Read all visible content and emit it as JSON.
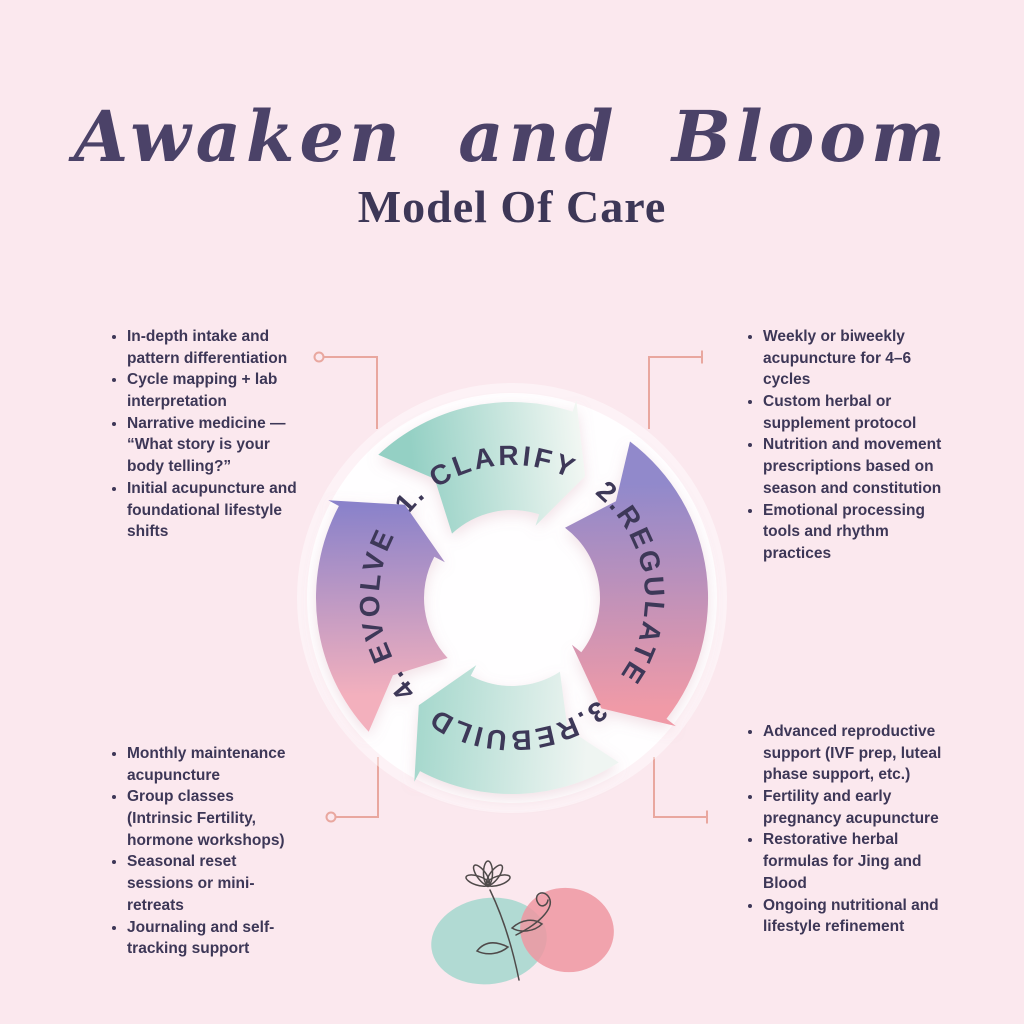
{
  "colors": {
    "background": "#fbe8ee",
    "ink": "#3d3757",
    "accent_line": "#e9a79f",
    "arc_label": "#3e3859"
  },
  "title": {
    "script": "Awaken and Bloom",
    "subtitle": "Model Of Care"
  },
  "cycle": {
    "segments": [
      {
        "id": "clarify",
        "label": "1. CLARIFY",
        "color_from": "#94d0c4",
        "color_to": "#f2f7f3"
      },
      {
        "id": "regulate",
        "label": "2.REGULATE",
        "color_from": "#9189cb",
        "color_to": "#f09aa7"
      },
      {
        "id": "rebuild",
        "label": "3.REBUILD",
        "color_from": "#eff5f2",
        "color_to": "#a6d8cd"
      },
      {
        "id": "evolve",
        "label": "4. EVOLVE",
        "color_from": "#f3b0bd",
        "color_to": "#8a82ca"
      }
    ]
  },
  "lists": {
    "top_left": {
      "items": [
        "In-depth intake and pattern differentiation",
        "Cycle mapping + lab interpretation",
        "Narrative medicine — “What story is your body telling?”",
        "Initial acupuncture and foundational lifestyle shifts"
      ]
    },
    "top_right": {
      "items": [
        "Weekly or biweekly acupuncture for 4–6 cycles",
        "Custom herbal or supplement protocol",
        "Nutrition and movement prescriptions based on season and constitution",
        "Emotional processing tools and rhythm practices"
      ]
    },
    "bottom_left": {
      "items": [
        "Monthly maintenance acupuncture",
        "Group classes (Intrinsic Fertility, hormone workshops)",
        "Seasonal reset sessions or mini-retreats",
        "Journaling and self-tracking support"
      ]
    },
    "bottom_right": {
      "items": [
        "Advanced reproductive support (IVF prep, luteal phase support, etc.)",
        "Fertility and early pregnancy acupuncture",
        "Restorative herbal formulas for Jing and Blood",
        "Ongoing nutritional and lifestyle refinement"
      ]
    }
  }
}
